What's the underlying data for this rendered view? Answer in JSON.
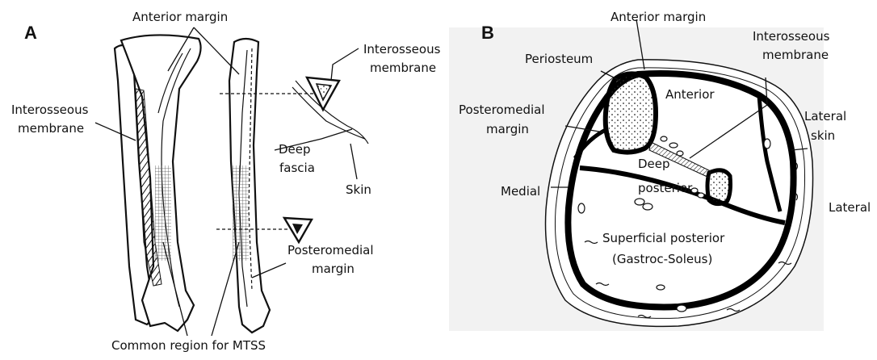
{
  "panel_a": {
    "letter": "A",
    "labels": {
      "anterior_margin": "Anterior margin",
      "interosseous_1": "Interosseous",
      "interosseous_2": "membrane",
      "interosseous_right_1": "Interosseous",
      "interosseous_right_2": "membrane",
      "deep_fascia_1": "Deep",
      "deep_fascia_2": "fascia",
      "skin": "Skin",
      "posteromedial_1": "Posteromedial",
      "posteromedial_2": "margin",
      "common_region": "Common region for MTSS"
    }
  },
  "panel_b": {
    "letter": "B",
    "labels": {
      "anterior_margin": "Anterior margin",
      "interosseous_1": "Interosseous",
      "interosseous_2": "membrane",
      "periosteum": "Periosteum",
      "anterior": "Anterior",
      "posteromedial_1": "Posteromedial",
      "posteromedial_2": "margin",
      "lateral_skin_1": "Lateral",
      "lateral_skin_2": "skin",
      "deep_posterior_1": "Deep",
      "deep_posterior_2": "posterior",
      "medial": "Medial",
      "lateral": "Lateral",
      "superficial_1": "Superficial posterior",
      "superficial_2": "(Gastroc-Soleus)"
    }
  }
}
